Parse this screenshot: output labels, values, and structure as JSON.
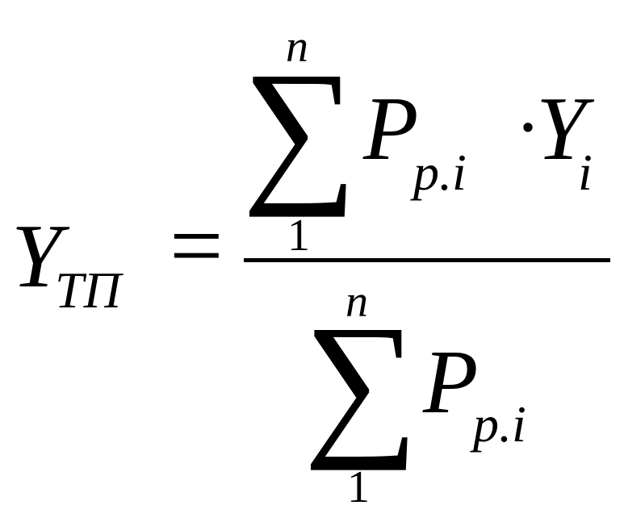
{
  "formula": {
    "lhs": {
      "symbol": "Y",
      "subscript": "ТП"
    },
    "equals": "=",
    "numerator": {
      "sum_symbol": "∑",
      "upper_limit": "n",
      "lower_limit": "1",
      "term_symbol": "P",
      "term_subscript": "p.i",
      "operator": "·",
      "factor_symbol": "Y",
      "factor_subscript": "i"
    },
    "denominator": {
      "sum_symbol": "∑",
      "upper_limit": "n",
      "lower_limit": "1",
      "term_symbol": "P",
      "term_subscript": "p.i"
    }
  }
}
